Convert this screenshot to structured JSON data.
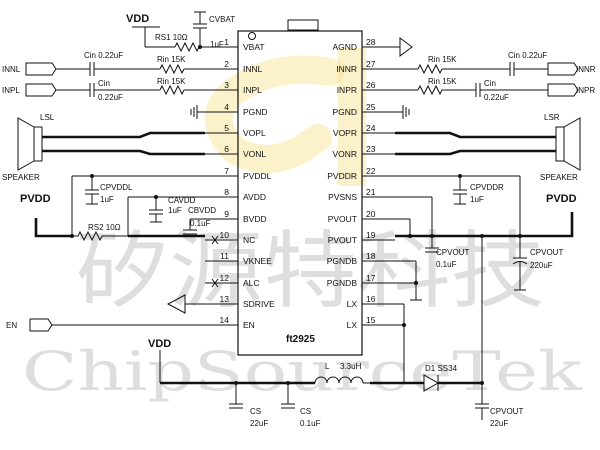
{
  "chip": {
    "name": "ft2925"
  },
  "left_pins": [
    {
      "num": "1",
      "name": "VBAT"
    },
    {
      "num": "2",
      "name": "INNL"
    },
    {
      "num": "3",
      "name": "INPL"
    },
    {
      "num": "4",
      "name": "PGND"
    },
    {
      "num": "5",
      "name": "VOPL"
    },
    {
      "num": "6",
      "name": "VONL"
    },
    {
      "num": "7",
      "name": "PVDDL"
    },
    {
      "num": "8",
      "name": "AVDD"
    },
    {
      "num": "9",
      "name": "BVDD"
    },
    {
      "num": "10",
      "name": "NC"
    },
    {
      "num": "11",
      "name": "VKNEE"
    },
    {
      "num": "12",
      "name": "ALC"
    },
    {
      "num": "13",
      "name": "SDRIVE"
    },
    {
      "num": "14",
      "name": "EN"
    }
  ],
  "right_pins": [
    {
      "num": "28",
      "name": "AGND"
    },
    {
      "num": "27",
      "name": "INNR"
    },
    {
      "num": "26",
      "name": "INPR"
    },
    {
      "num": "25",
      "name": "PGND"
    },
    {
      "num": "24",
      "name": "VOPR"
    },
    {
      "num": "23",
      "name": "VONR"
    },
    {
      "num": "22",
      "name": "PVDDR"
    },
    {
      "num": "21",
      "name": "PVSNS"
    },
    {
      "num": "20",
      "name": "PVOUT"
    },
    {
      "num": "19",
      "name": "PVOUT"
    },
    {
      "num": "18",
      "name": "PGNDB"
    },
    {
      "num": "17",
      "name": "PGNDB"
    },
    {
      "num": "16",
      "name": "LX"
    },
    {
      "num": "15",
      "name": "LX"
    }
  ],
  "supplies": {
    "vdd_top": "VDD",
    "vdd_bottom": "VDD",
    "pvdd_left": "PVDD",
    "pvdd_right": "PVDD"
  },
  "ports": {
    "innl": "INNL",
    "inpl": "INPL",
    "innr": "INNR",
    "inpr": "INPR",
    "en": "EN",
    "speaker": "SPEAKER",
    "lsl": "LSL",
    "lsr": "LSR"
  },
  "components": {
    "cvbat_name": "CVBAT",
    "cvbat_val": "1uF",
    "rs1": "RS1  10Ω",
    "cin_l1": "Cin  0.22uF",
    "rin_l1": "Rin  15K",
    "rin_l2": "Rin  15K",
    "cin_l2_name": "Cin",
    "cin_l2_val": "0.22uF",
    "cin_r1": "Cin  0.22uF",
    "rin_r1": "Rin  15K",
    "rin_r2": "Rin  15K",
    "cin_r2_name": "Cin",
    "cin_r2_val": "0.22uF",
    "cpvddl_name": "CPVDDL",
    "cpvddl_val": "1uF",
    "rs2": "RS2   10Ω",
    "cavdd_name": "CAVDD",
    "cavdd_val": "1uF",
    "cbvdd_name": "CBVDD",
    "cbvdd_val": "0.1uF",
    "cpvddr_name": "CPVDDR",
    "cpvddr_val": "1uF",
    "cpvout_mid_name": "CPVOUT",
    "cpvout_mid_val": "0.1uF",
    "cpvout_r_name": "CPVOUT",
    "cpvout_r_val": "220uF",
    "l_name": "L",
    "l_val": "3.3uH",
    "d1": "D1  SS34",
    "cs1_name": "CS",
    "cs1_val": "22uF",
    "cs2_name": "CS",
    "cs2_val": "0.1uF",
    "cpvout_b_name": "CPVOUT",
    "cpvout_b_val": "22uF"
  },
  "watermark": {
    "cn": "矽源特科技",
    "en": "ChipSourceTek"
  }
}
